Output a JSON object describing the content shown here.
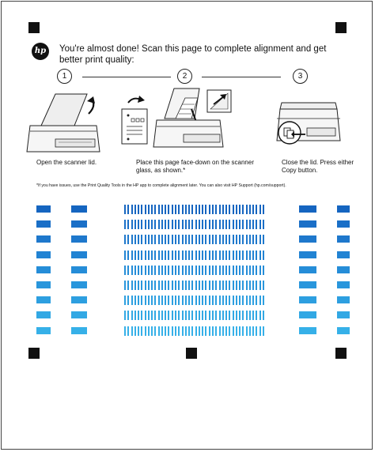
{
  "brand": {
    "logo_text": "hp"
  },
  "header": {
    "headline": "You're almost done! Scan this page to complete alignment and get better print quality:"
  },
  "steps": [
    {
      "number": "1",
      "caption": "Open the scanner lid."
    },
    {
      "number": "2",
      "caption": "Place this page face-down on the scanner glass, as shown.*"
    },
    {
      "number": "3",
      "caption": "Close the lid. Press either Copy button."
    }
  ],
  "footnote": "*If you have issues, use the Print Quality Tools in the HP app to complete alignment later. You can also visit HP Support (hp.com/support).",
  "pattern": {
    "row_shades": [
      "#1565c0",
      "#1a6fc7",
      "#1e78cc",
      "#2183d3",
      "#258dd8",
      "#2996dc",
      "#2d9fe0",
      "#32a8e4",
      "#36b0e8"
    ],
    "rows": 9
  }
}
